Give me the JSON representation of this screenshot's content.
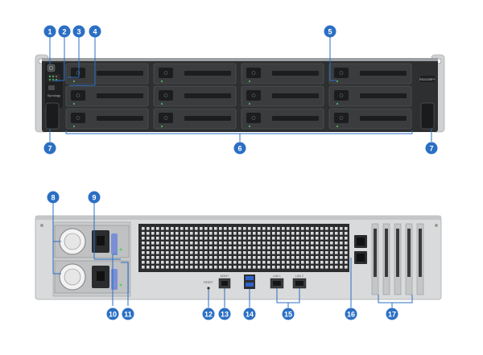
{
  "callouts": {
    "c1": "1",
    "c2": "2",
    "c3": "3",
    "c4": "4",
    "c5": "5",
    "c6": "6",
    "c7": "7",
    "c8": "8",
    "c9": "9",
    "c10": "10",
    "c11": "11",
    "c12": "12",
    "c13": "13",
    "c14": "14",
    "c15": "15",
    "c16": "16",
    "c17": "17"
  },
  "front": {
    "model_badge": "RS2423RP+",
    "brand_label": "Synology"
  },
  "rear": {
    "mgmt_port_label": "MGMT",
    "reset_label": "RESET",
    "lan1_label": "LAN 1",
    "lan2_label": "LAN 2"
  },
  "colors": {
    "callout": "#2b6fc4",
    "front_chassis": "#2d2f31",
    "drive_bay": "#3a3c3e",
    "rear_chassis": "#d9dadb",
    "psu_lever": "#7a8fd6"
  }
}
